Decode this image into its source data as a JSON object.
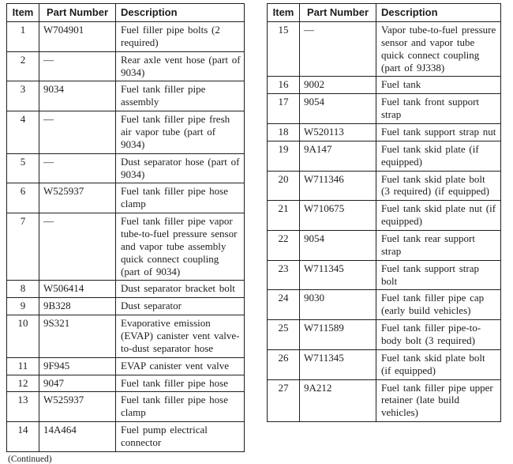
{
  "colors": {
    "background": "#ffffff",
    "text": "#1c1c1c",
    "border": "#1f1f1f"
  },
  "footer": {
    "continued_label": "(Continued)"
  },
  "tables": [
    {
      "id": "items-1-14",
      "headers": [
        "Item",
        "Part Number",
        "Description"
      ],
      "rows": [
        {
          "item": "1",
          "part": "W704901",
          "desc": "Fuel filler pipe bolts (2 required)"
        },
        {
          "item": "2",
          "part": "—",
          "desc": "Rear axle vent hose (part of 9034)"
        },
        {
          "item": "3",
          "part": "9034",
          "desc": "Fuel tank filler pipe assembly"
        },
        {
          "item": "4",
          "part": "—",
          "desc": "Fuel tank filler pipe fresh air vapor tube (part of 9034)"
        },
        {
          "item": "5",
          "part": "—",
          "desc": "Dust separator hose (part of 9034)"
        },
        {
          "item": "6",
          "part": "W525937",
          "desc": "Fuel tank filler pipe hose clamp"
        },
        {
          "item": "7",
          "part": "—",
          "desc": "Fuel tank filler pipe vapor tube-to-fuel pressure sensor and vapor tube assembly quick connect coupling (part of 9034)"
        },
        {
          "item": "8",
          "part": "W506414",
          "desc": "Dust separator bracket bolt"
        },
        {
          "item": "9",
          "part": "9B328",
          "desc": "Dust separator"
        },
        {
          "item": "10",
          "part": "9S321",
          "desc": "Evaporative emission (EVAP) canister vent valve-to-dust separator hose"
        },
        {
          "item": "11",
          "part": "9F945",
          "desc": "EVAP canister vent valve"
        },
        {
          "item": "12",
          "part": "9047",
          "desc": "Fuel tank filler pipe hose"
        },
        {
          "item": "13",
          "part": "W525937",
          "desc": "Fuel tank filler pipe hose clamp"
        },
        {
          "item": "14",
          "part": "14A464",
          "desc": "Fuel pump electrical connector"
        }
      ]
    },
    {
      "id": "items-15-27",
      "headers": [
        "Item",
        "Part Number",
        "Description"
      ],
      "rows": [
        {
          "item": "15",
          "part": "—",
          "desc": "Vapor tube-to-fuel pressure sensor and vapor tube quick connect coupling (part of 9J338)"
        },
        {
          "item": "16",
          "part": "9002",
          "desc": "Fuel tank"
        },
        {
          "item": "17",
          "part": "9054",
          "desc": "Fuel tank front support strap"
        },
        {
          "item": "18",
          "part": "W520113",
          "desc": "Fuel tank support strap nut"
        },
        {
          "item": "19",
          "part": "9A147",
          "desc": "Fuel tank skid plate (if equipped)"
        },
        {
          "item": "20",
          "part": "W711346",
          "desc": "Fuel tank skid plate bolt (3 required) (if equipped)"
        },
        {
          "item": "21",
          "part": "W710675",
          "desc": "Fuel tank skid plate nut (if equipped)"
        },
        {
          "item": "22",
          "part": "9054",
          "desc": "Fuel tank rear support strap"
        },
        {
          "item": "23",
          "part": "W711345",
          "desc": "Fuel tank support strap bolt"
        },
        {
          "item": "24",
          "part": "9030",
          "desc": "Fuel tank filler pipe cap (early build vehicles)"
        },
        {
          "item": "25",
          "part": "W711589",
          "desc": "Fuel tank filler pipe-to-body bolt (3 required)"
        },
        {
          "item": "26",
          "part": "W711345",
          "desc": "Fuel tank skid plate bolt (if equipped)"
        },
        {
          "item": "27",
          "part": "9A212",
          "desc": "Fuel tank filler pipe upper retainer (late build vehicles)"
        }
      ]
    }
  ]
}
